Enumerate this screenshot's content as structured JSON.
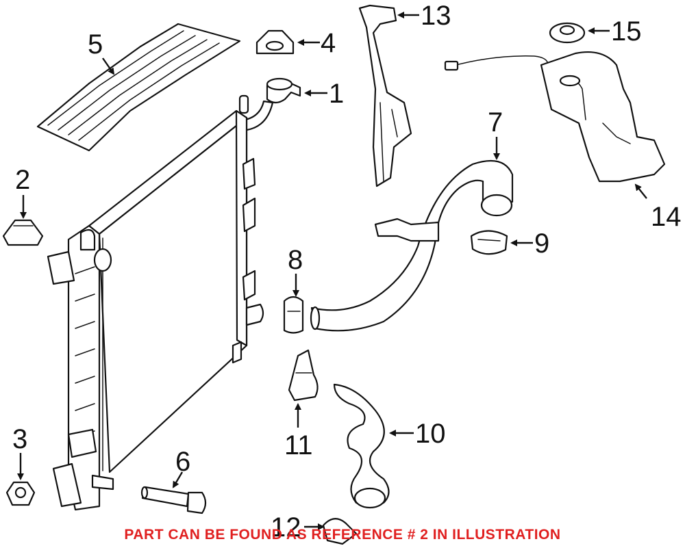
{
  "callouts": {
    "c1": "1",
    "c2": "2",
    "c3": "3",
    "c4": "4",
    "c5": "5",
    "c6": "6",
    "c7": "7",
    "c8": "8",
    "c9": "9",
    "c10": "10",
    "c11": "11",
    "c12": "12",
    "c13": "13",
    "c14": "14",
    "c15": "15"
  },
  "footer": {
    "note": "PART CAN BE FOUND AS REFERENCE # 2 IN ILLUSTRATION"
  },
  "colors": {
    "line": "#111111",
    "background": "#ffffff",
    "note": "#e02020"
  }
}
